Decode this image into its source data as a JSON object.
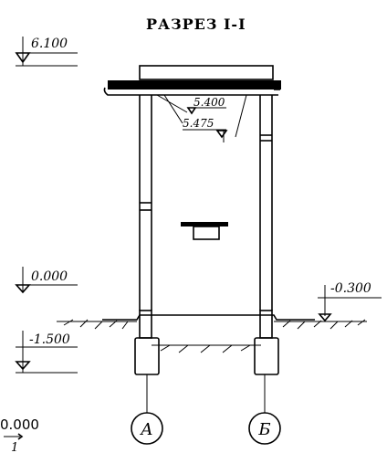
{
  "title": "РАЗРЕЗ I-I",
  "levels": {
    "top": "6.100",
    "mark1": "5.400",
    "mark2": "5.475",
    "zero": "0.000",
    "right": "-0.300",
    "foundation": "-1.500"
  },
  "axes": {
    "left": "А",
    "right": "Б"
  },
  "corner": {
    "value": "0.000",
    "sub": "1"
  }
}
